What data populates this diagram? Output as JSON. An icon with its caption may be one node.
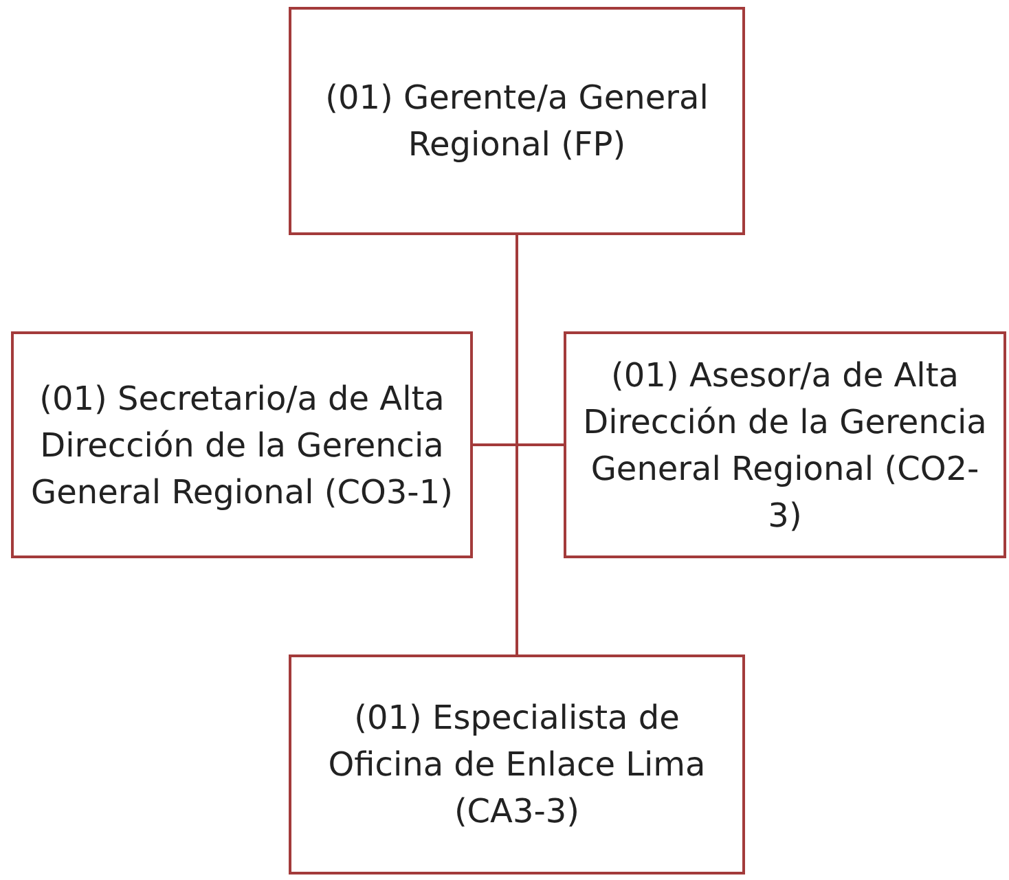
{
  "diagram": {
    "nodes": [
      {
        "text": [
          "(01) Gerente/a General Regional (FP)"
        ]
      },
      {
        "text": [
          "(01) Secretario/a de Alta Dirección de la Gerencia General Regional (CO3-1)"
        ]
      },
      {
        "text": [
          "(01) Asesor/a de Alta Dirección de la Gerencia General Regional (CO2-3)"
        ]
      },
      {
        "text": [
          "(01) Especialista de Oficina de Enlace Lima (CA3-3)"
        ]
      }
    ],
    "edges": [
      {
        "from": 0,
        "to": 1,
        "arrow": "none"
      },
      {
        "from": 0,
        "to": 2,
        "arrow": "none"
      },
      {
        "from": 0,
        "to": 3,
        "arrow": "none"
      }
    ]
  }
}
